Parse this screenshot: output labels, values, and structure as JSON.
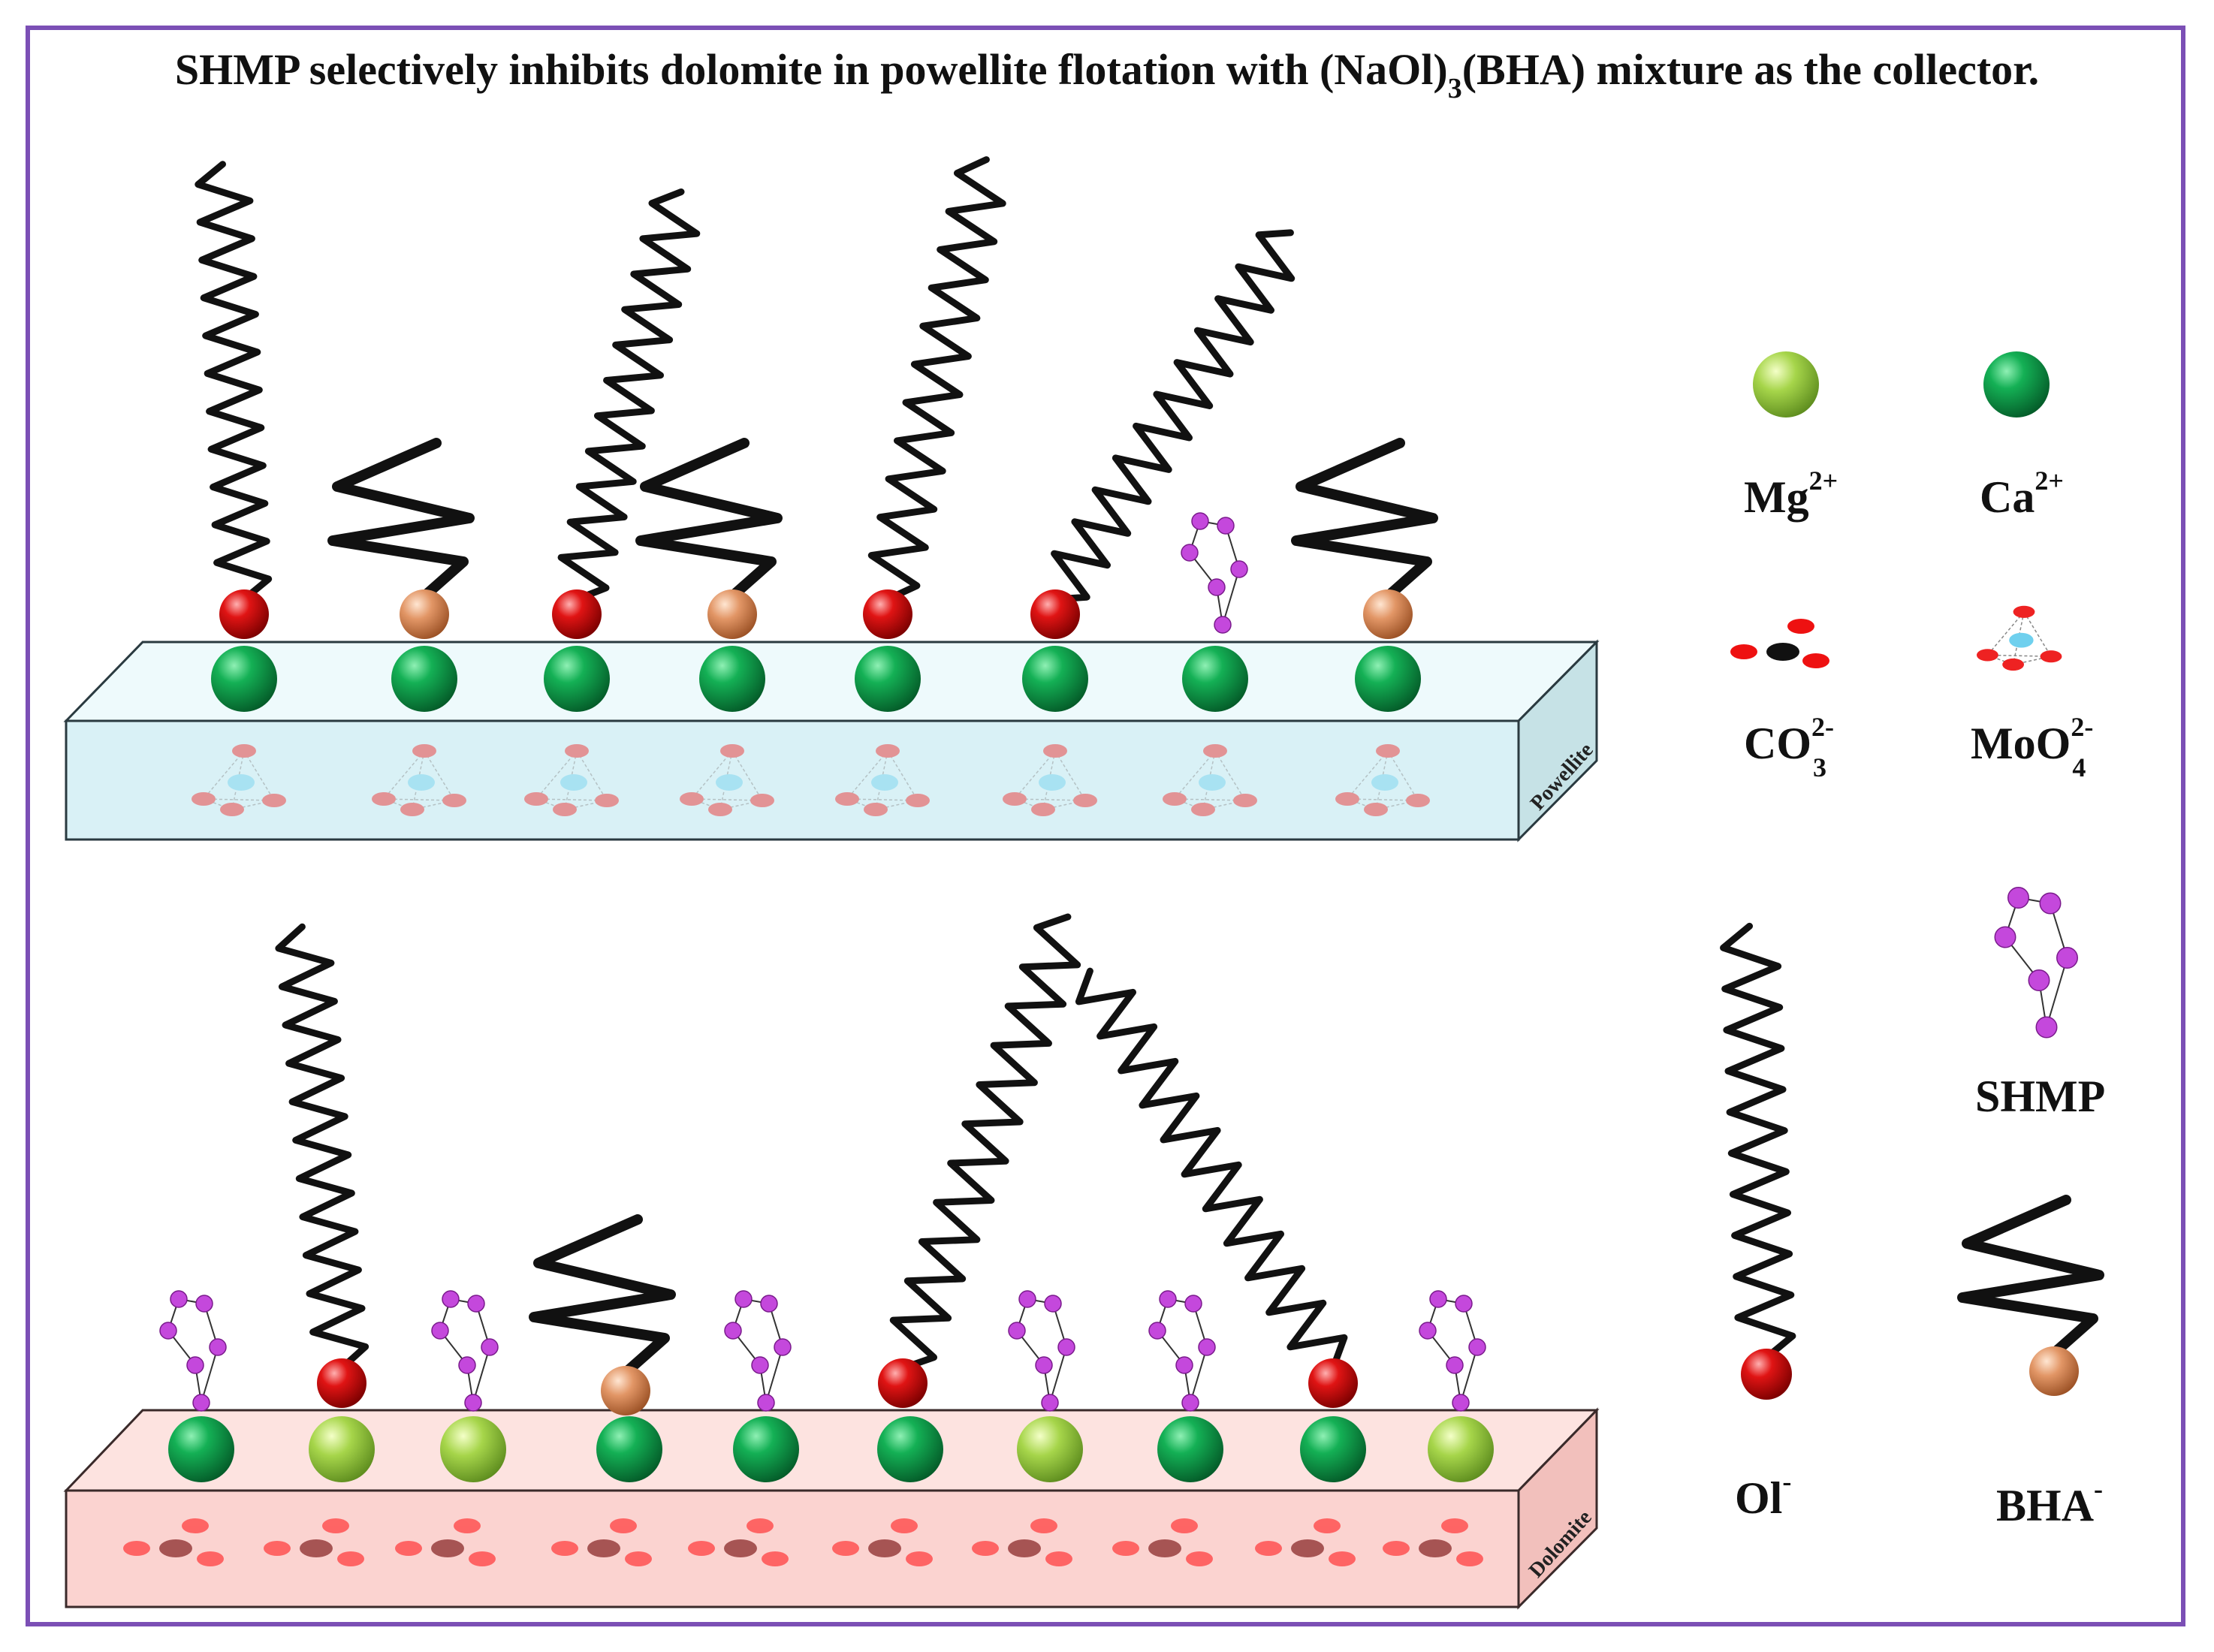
{
  "title": {
    "pre": "SHMP selectively inhibits dolomite in powellite flotation with (NaOl)",
    "sub": "3",
    "post": "(BHA) mixture  as the collector."
  },
  "slabs": {
    "powellite": "Powellite",
    "dolomite": "Dolomite"
  },
  "legend": {
    "mg": {
      "base": "Mg",
      "sup": "2+"
    },
    "ca": {
      "base": "Ca",
      "sup": "2+"
    },
    "co3": {
      "base": "CO",
      "sub": "3",
      "sup": "2-"
    },
    "moo4": {
      "base": "MoO",
      "sub": "4",
      "sup": "2-"
    },
    "shmp": {
      "base": "SHMP"
    },
    "ol": {
      "base": "Ol",
      "sup": "-"
    },
    "bha": {
      "base": "BHA",
      "sup": "-"
    }
  },
  "colors": {
    "frame": "#7b4fb5",
    "mg_ion": "#a6d54a",
    "ca_ion": "#0f9a45",
    "ol_head": "#d01010",
    "bha_head": "#e09060",
    "shmp_node": "#c040d8",
    "powellite_slab": "#dff4f8",
    "dolomite_slab": "#fbd3d0"
  },
  "powellite_surface": {
    "cations": [
      "Ca2+",
      "Ca2+",
      "Ca2+",
      "Ca2+",
      "Ca2+",
      "Ca2+",
      "Ca2+",
      "Ca2+"
    ],
    "adsorbed": [
      "Ol-",
      "BHA-",
      "Ol-",
      "BHA-",
      "Ol-",
      "Ol-",
      "SHMP",
      "BHA-"
    ]
  },
  "dolomite_surface": {
    "cations": [
      "Ca2+",
      "Mg2+",
      "Mg2+",
      "Ca2+",
      "Ca2+",
      "Ca2+",
      "Mg2+",
      "Ca2+",
      "Ca2+",
      "Mg2+"
    ],
    "adsorbed": [
      "SHMP",
      "Ol-",
      "SHMP",
      "BHA-",
      "SHMP",
      "Ol-",
      "SHMP",
      "SHMP",
      "Ol-",
      "SHMP"
    ]
  }
}
